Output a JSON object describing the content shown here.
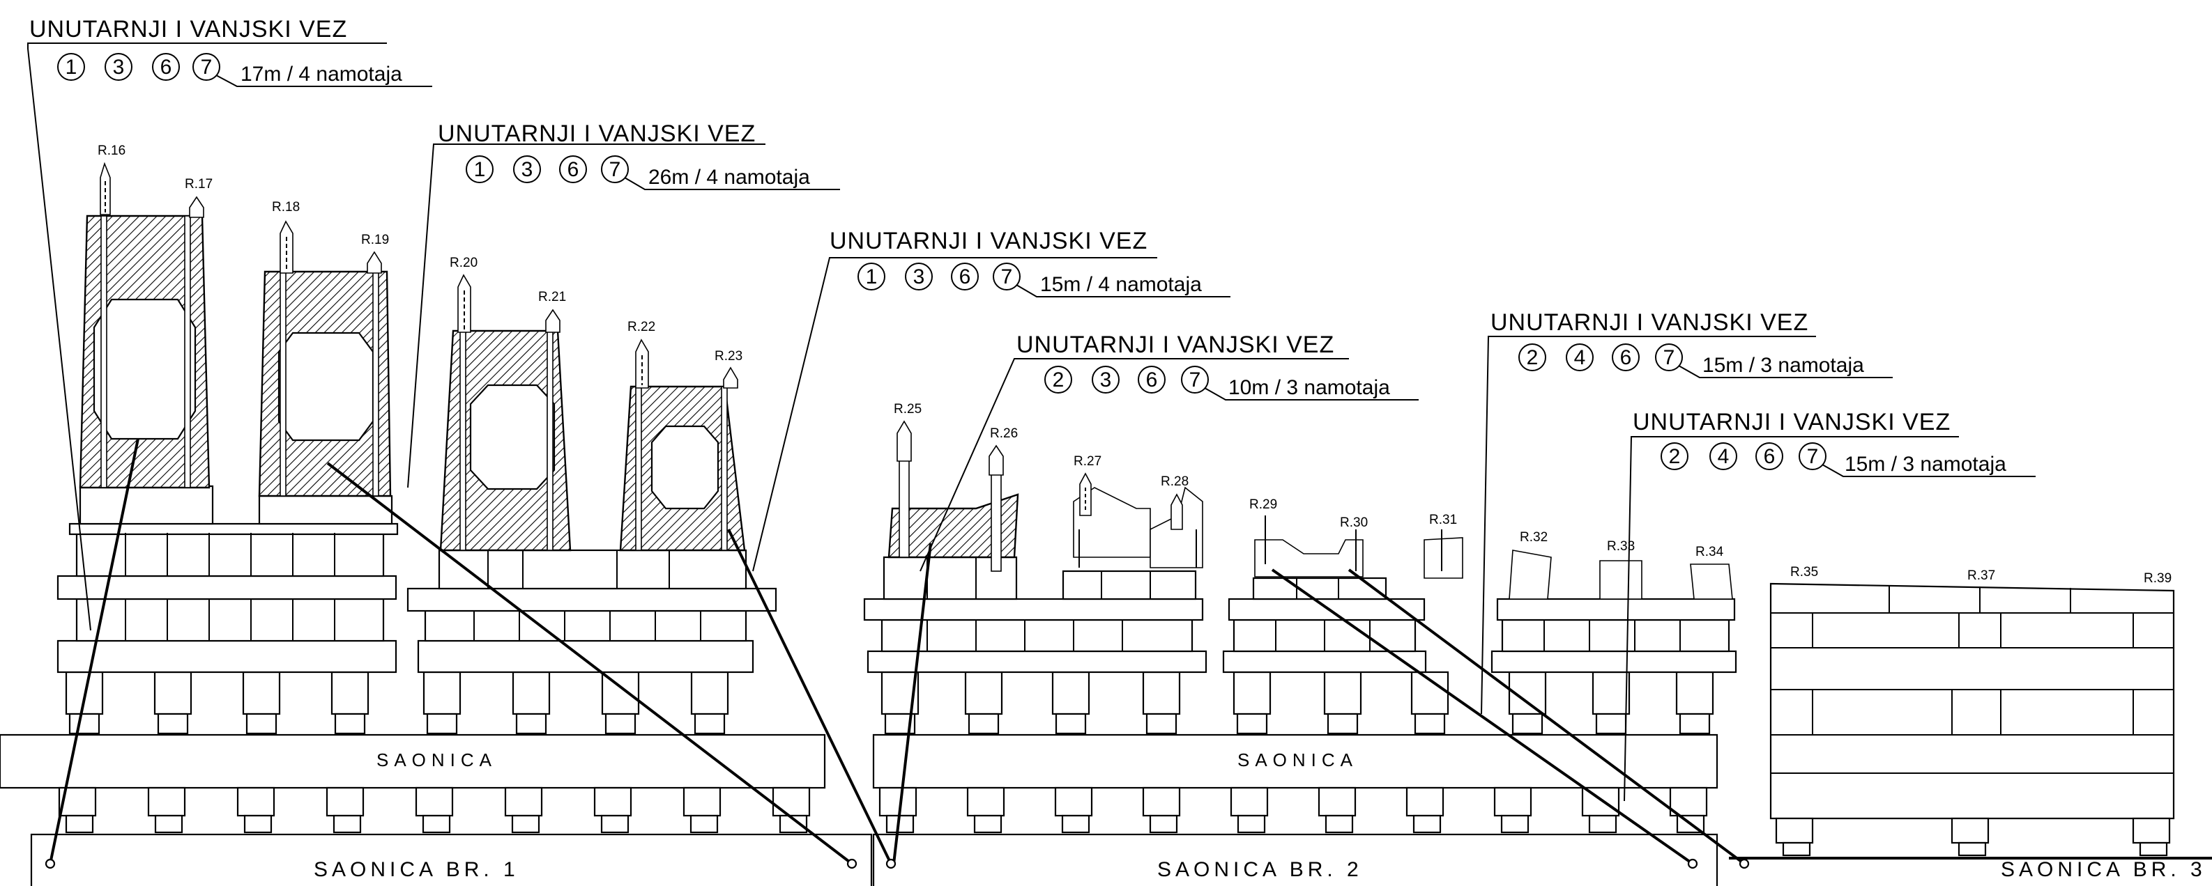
{
  "labels": [
    {
      "title": "UNUTARNJI I VANJSKI VEZ",
      "circles": [
        "1",
        "3",
        "6",
        "7"
      ],
      "spec": "17m / 4 namotaja"
    },
    {
      "title": "UNUTARNJI I VANJSKI VEZ",
      "circles": [
        "1",
        "3",
        "6",
        "7"
      ],
      "spec": "26m / 4 namotaja"
    },
    {
      "title": "UNUTARNJI I VANJSKI VEZ",
      "circles": [
        "1",
        "3",
        "6",
        "7"
      ],
      "spec": "15m / 4 namotaja"
    },
    {
      "title": "UNUTARNJI I VANJSKI VEZ",
      "circles": [
        "2",
        "3",
        "6",
        "7"
      ],
      "spec": "10m / 3 namotaja"
    },
    {
      "title": "UNUTARNJI I VANJSKI VEZ",
      "circles": [
        "2",
        "4",
        "6",
        "7"
      ],
      "spec": "15m / 3 namotaja"
    },
    {
      "title": "UNUTARNJI I VANJSKI VEZ",
      "circles": [
        "2",
        "4",
        "6",
        "7"
      ],
      "spec": "15m / 3 namotaja"
    }
  ],
  "rtags": [
    "R.16",
    "R.17",
    "R.18",
    "R.19",
    "R.20",
    "R.21",
    "R.22",
    "R.23",
    "R.25",
    "R.26",
    "R.27",
    "R.28",
    "R.29",
    "R.30",
    "R.31",
    "R.32",
    "R.33",
    "R.34",
    "R.35",
    "R.37",
    "R.39"
  ],
  "saonica_labels": [
    "SAONICA",
    "SAONICA"
  ],
  "sled_labels": [
    "SAONICA BR. 1",
    "SAONICA BR. 2",
    "SAONICA BR. 3"
  ]
}
